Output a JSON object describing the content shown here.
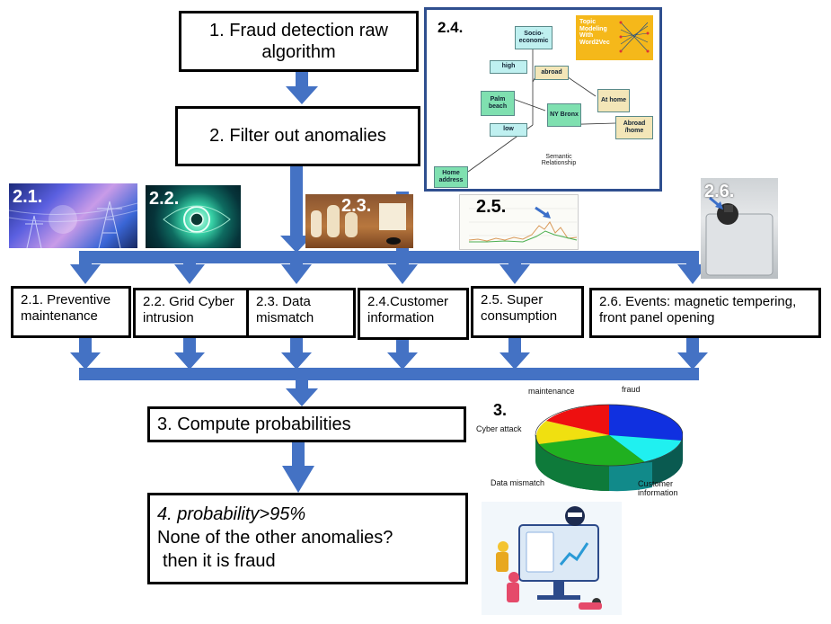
{
  "boxes": {
    "b1": "1. Fraud detection raw algorithm",
    "b2": "2. Filter out anomalies",
    "b21": "2.1. Preventive maintenance",
    "b22": "2.2. Grid Cyber intrusion",
    "b23": "2.3. Data mismatch",
    "b24": "2.4.Customer information",
    "b25": "2.5. Super consumption",
    "b26": "2.6. Events: magnetic tempering, front panel opening",
    "b3": "3. Compute probabilities",
    "b4_line1": "4. probability>95%",
    "b4_line2": "None of the other anomalies?",
    "b4_line3": "then it is fraud"
  },
  "photo_labels": {
    "p21": "2.1.",
    "p22": "2.2.",
    "p23": "2.3.",
    "p24": "2.4.",
    "p25": "2.5.",
    "p26": "2.6."
  },
  "semantic": {
    "socio": "Socio-economic",
    "high": "high",
    "abroad": "abroad",
    "palm": "Palm beach",
    "ny": "NY Bronx",
    "athome": "At home",
    "low": "low",
    "abroadhome": "Abroad /home",
    "homeaddr": "Home address",
    "caption": "Semantic Relationship",
    "book": "Topic Modeling With Word2Vec"
  },
  "pie": {
    "label": "3.",
    "legend": {
      "maintenance": "maintenance",
      "fraud": "fraud",
      "cyber": "Cyber attack",
      "mismatch": "Data mismatch",
      "customer": "Customer information"
    },
    "colors": [
      "#1030e0",
      "#20f0f0",
      "#20b020",
      "#f0e010",
      "#ee1010"
    ]
  },
  "colors": {
    "arrow": "#4472c4",
    "inset_border": "#2f4f8f"
  }
}
